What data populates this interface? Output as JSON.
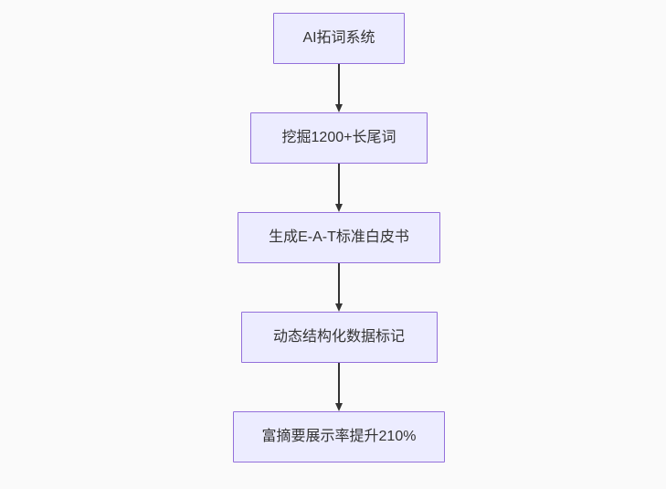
{
  "colors": {
    "canvas_bg": "#fafafa",
    "node_fill": "#ececff",
    "node_border": "#9370db",
    "edge": "#333333",
    "text": "#333333"
  },
  "diagram": {
    "type": "flowchart",
    "direction": "top-to-bottom",
    "nodes": [
      {
        "label": "AI拓词系统"
      },
      {
        "label": "挖掘1200+长尾词"
      },
      {
        "label": "生成E-A-T标准白皮书"
      },
      {
        "label": "动态结构化数据标记"
      },
      {
        "label": "富摘要展示率提升210%"
      }
    ],
    "edges": [
      {
        "from": 0,
        "to": 1
      },
      {
        "from": 1,
        "to": 2
      },
      {
        "from": 2,
        "to": 3
      },
      {
        "from": 3,
        "to": 4
      }
    ]
  }
}
